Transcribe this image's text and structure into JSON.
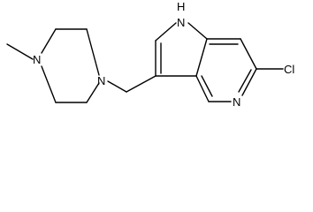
{
  "molecule": {
    "atoms": {
      "nh": "N",
      "nh_h": "H",
      "cl": "Cl",
      "pyridine_n": "N",
      "pip_n_methyl": "N",
      "pip_n_ch2": "N"
    },
    "colors": {
      "bond": "#000000",
      "label": "#000000",
      "background": "#ffffff"
    }
  }
}
